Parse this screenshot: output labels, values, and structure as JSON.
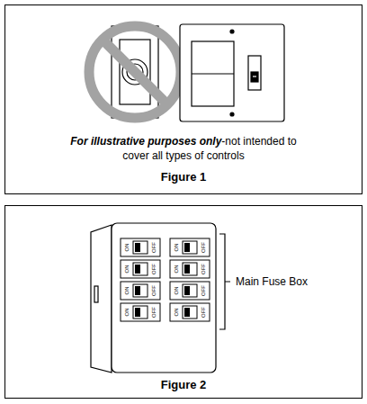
{
  "diagram": {
    "nodes": [
      {
        "text": [
          "For illustrative purposes only",
          "-not intended to cover all types of controls",
          "Figure 1"
        ]
      },
      {
        "text": [
          "Figure 2"
        ]
      }
    ],
    "labels": [
      "ON",
      "OFF",
      "ON",
      "OFF",
      "ON",
      "OFF",
      "ON",
      "OFF",
      "ON",
      "OFF",
      "ON",
      "OFF",
      "ON",
      "OFF",
      "ON",
      "OFF",
      "Main Fuse Box"
    ]
  }
}
